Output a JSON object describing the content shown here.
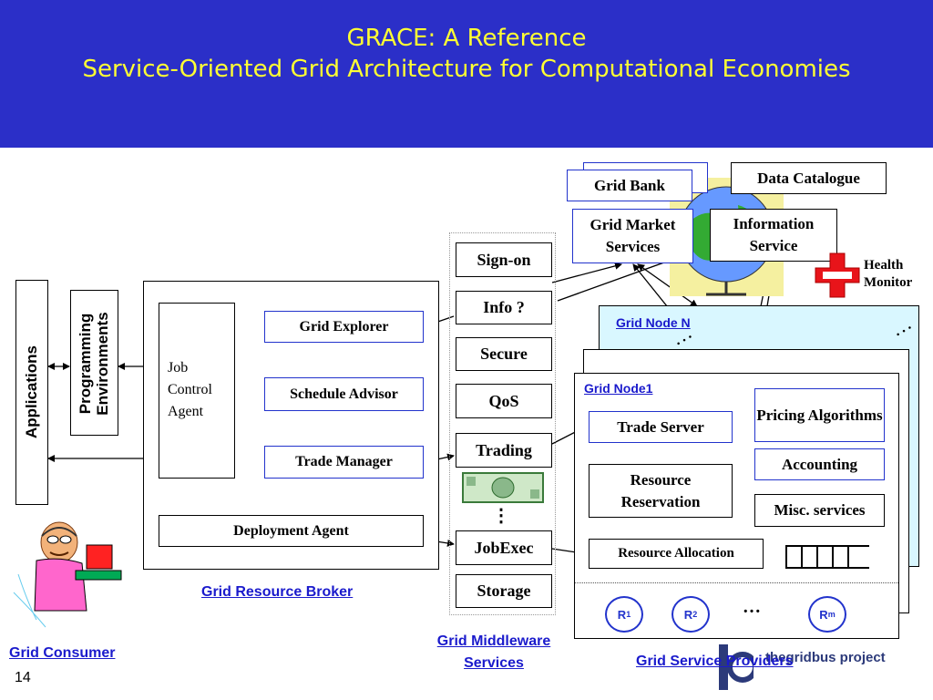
{
  "title": {
    "line1": "GRACE: A Reference",
    "line2": "Service-Oriented Grid Architecture for Computational Economies"
  },
  "consumer": {
    "applications": "Applications",
    "prog_env_line1": "Programming",
    "prog_env_line2": "Environments",
    "label": "Grid Consumer"
  },
  "broker": {
    "job_control_agent": "Job Control Agent",
    "grid_explorer": "Grid Explorer",
    "schedule_advisor": "Schedule Advisor",
    "trade_manager": "Trade Manager",
    "deployment_agent": "Deployment Agent",
    "label": "Grid Resource Broker"
  },
  "middleware": {
    "items": [
      "Sign-on",
      "Info ?",
      "Secure",
      "QoS",
      "Trading",
      "JobExec",
      "Storage"
    ],
    "ellipsis": "⋮",
    "label_line1": "Grid Middleware",
    "label_line2": "Services"
  },
  "market": {
    "grid_bank": "Grid Bank",
    "data_catalogue": "Data Catalogue",
    "grid_market_services": "Grid Market Services",
    "information_service": "Information Service",
    "health_monitor": "Health Monitor"
  },
  "providers": {
    "grid_node_n": "Grid Node N",
    "grid_node_1": "Grid Node1",
    "trade_server": "Trade Server",
    "pricing_algorithms": "Pricing Algorithms",
    "accounting": "Accounting",
    "resource_reservation": "Resource Reservation",
    "misc_services": "Misc. services",
    "resource_allocation": "Resource Allocation",
    "resources": [
      {
        "base": "R",
        "sub": "1"
      },
      {
        "base": "R",
        "sub": "2"
      },
      {
        "base": "R",
        "sub": "m"
      }
    ],
    "dots": "…",
    "label": "Grid Service Providers"
  },
  "footer": {
    "logo_text": "thegridbus project",
    "page_number": "14"
  },
  "colors": {
    "header_bg": "#2b2fc8",
    "title_text": "#ffff33",
    "link_blue": "#1a1acc",
    "node_bg": "#d9f7ff",
    "health_red": "#e8141a"
  }
}
